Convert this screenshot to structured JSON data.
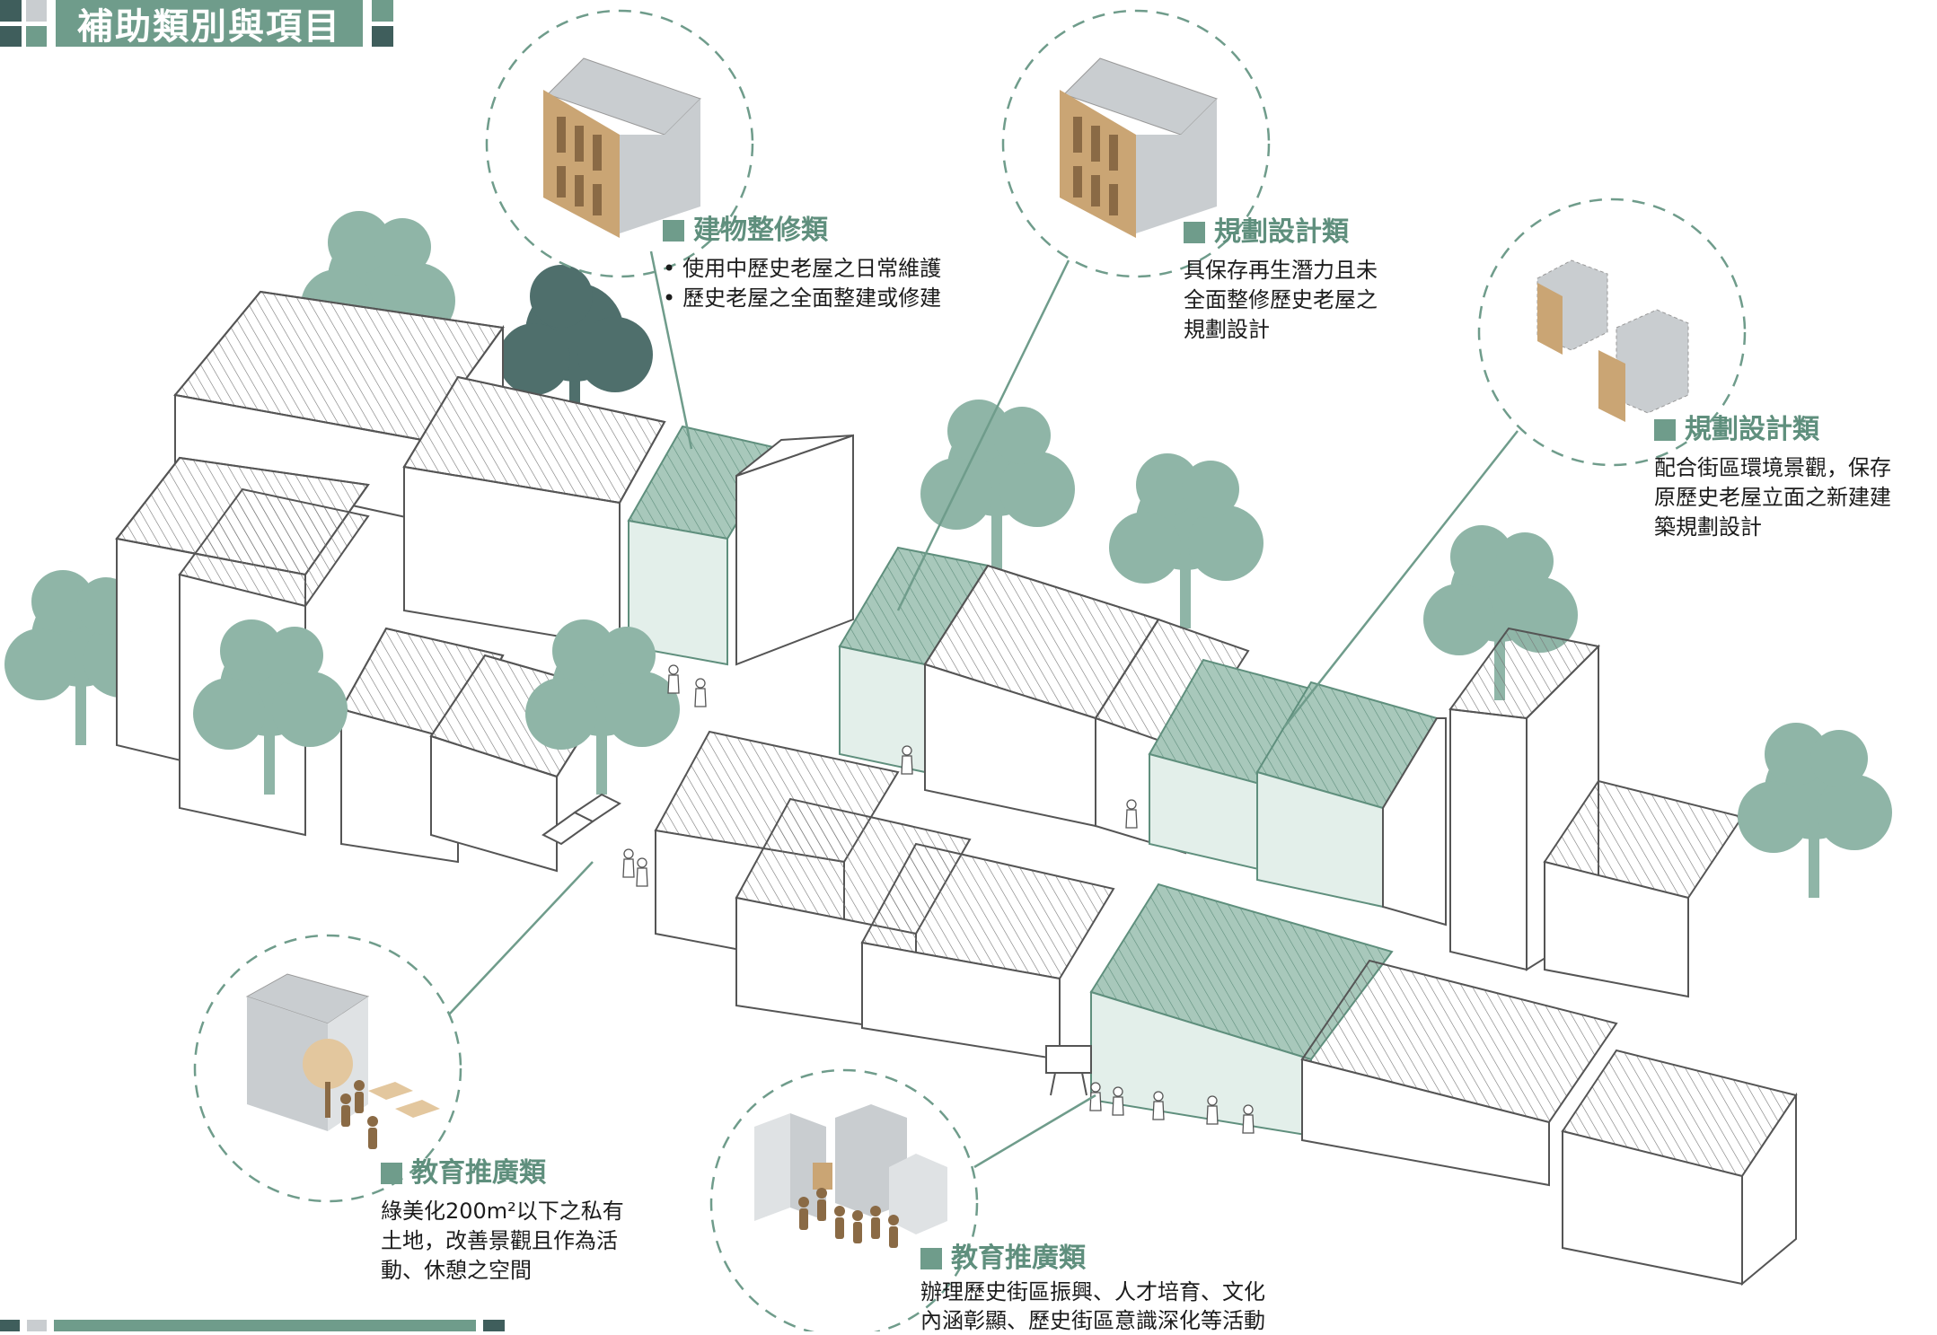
{
  "colors": {
    "accent_green": "#6f9c8b",
    "dark_teal": "#3f5e5c",
    "light_gray": "#c9cdd0",
    "highlight_fill": "#a8c8bb",
    "tree_fill": "#8fb5a7",
    "tree_dark": "#4f6f6c",
    "facade_tan": "#caa574"
  },
  "header": {
    "title": "補助類別與項目"
  },
  "callouts": {
    "building_repair": {
      "heading": "建物整修類",
      "bullets": [
        "使用中歷史老屋之日常維護",
        "歷史老屋之全面整建或修建"
      ]
    },
    "planning_design_1": {
      "heading": "規劃設計類",
      "lines": [
        "具保存再生潛力且未",
        "全面整修歷史老屋之",
        "規劃設計"
      ]
    },
    "planning_design_2": {
      "heading": "規劃設計類",
      "lines": [
        "配合街區環境景觀，保存",
        "原歷史老屋立面之新建建",
        "築規劃設計"
      ]
    },
    "education_1": {
      "heading": "教育推廣類",
      "lines": [
        "綠美化200m²以下之私有",
        "土地，改善景觀且作為活",
        "動、休憩之空間"
      ]
    },
    "education_2": {
      "heading": "教育推廣類",
      "lines": [
        "辦理歷史街區振興、人才培育、文化",
        "內涵彰顯、歷史街區意識深化等活動"
      ]
    }
  },
  "icons": [
    "building-icon",
    "tree-icon",
    "person-icon",
    "bench-icon",
    "signboard-icon"
  ]
}
